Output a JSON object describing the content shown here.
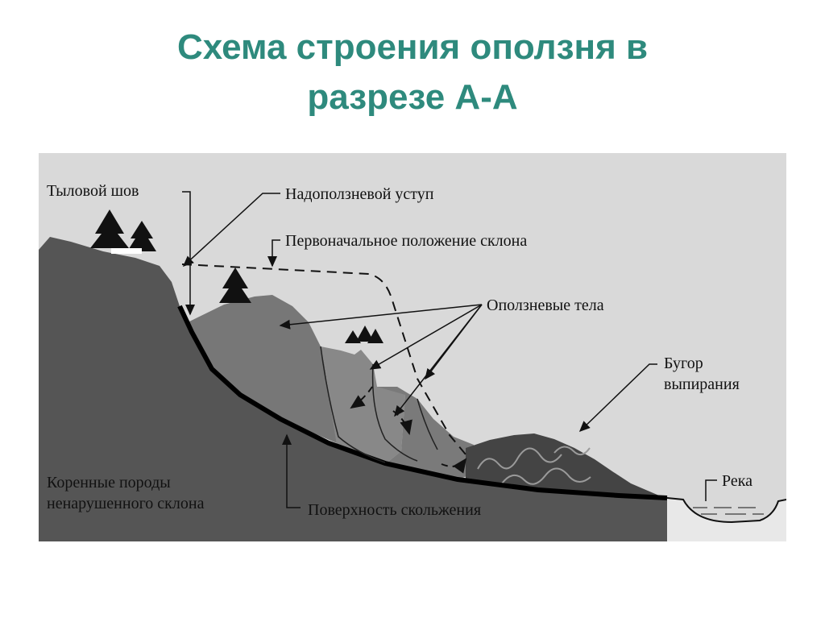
{
  "slide": {
    "title_line1": "Схема строения оползня в",
    "title_line2": "разрезе А-А"
  },
  "diagram": {
    "labels": {
      "rear_seam": "Тыловой шов",
      "scarp": "Надоползневой уступ",
      "original_slope": "Первоначальное положение склона",
      "landslide_bodies": "Оползневые тела",
      "bulge_line1": "Бугор",
      "bulge_line2": "выпирания",
      "bedrock_line1": "Коренные породы",
      "bedrock_line2": "ненарушенного склона",
      "slip_surface": "Поверхность скольжения",
      "river": "Река"
    }
  }
}
